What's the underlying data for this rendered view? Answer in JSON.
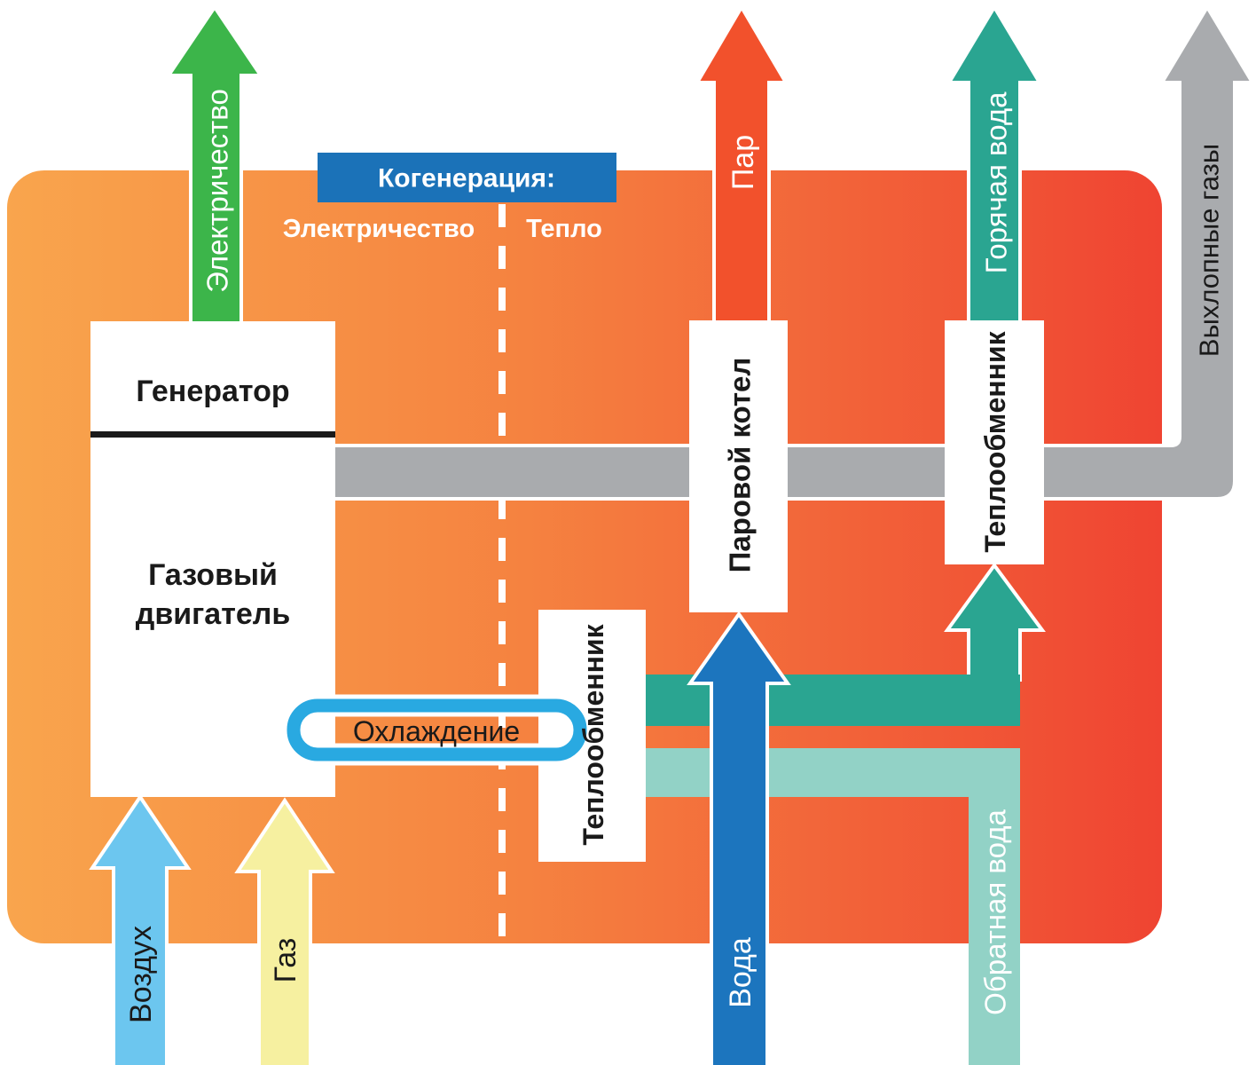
{
  "diagram": {
    "banner": "Когенерация:",
    "columns": {
      "left": "Электричество",
      "right": "Тепло"
    },
    "boxes": {
      "generator": "Генератор",
      "engine_line1": "Газовый",
      "engine_line2": "двигатель",
      "steam_boiler": "Паровой котел",
      "heat_exchanger_right": "Теплообменник",
      "heat_exchanger_lower": "Теплообменник",
      "cooling": "Охлаждение"
    },
    "flows": {
      "electricity": "Электричество",
      "steam": "Пар",
      "hot_water": "Горячая вода",
      "exhaust": "Выхлопные газы",
      "air": "Воздух",
      "gas": "Газ",
      "water": "Вода",
      "return_water": "Обратная вода"
    }
  },
  "colors": {
    "bg_left": "#F9A54D",
    "bg_mid": "#F58240",
    "bg_right": "#EF4432",
    "banner_blue": "#1B72B8",
    "electricity_green": "#3CB54A",
    "steam_red": "#F2512C",
    "hot_water_teal": "#2AA591",
    "return_water_teal": "#92D2C6",
    "water_blue": "#1C75BE",
    "air_blue": "#6CC6EF",
    "gas_yellow": "#F6F0A0",
    "exhaust_gray": "#A9ABAE",
    "cooling_ring": "#29A9E1",
    "white": "#FFFFFF",
    "text_dark": "#1A1A1A"
  }
}
